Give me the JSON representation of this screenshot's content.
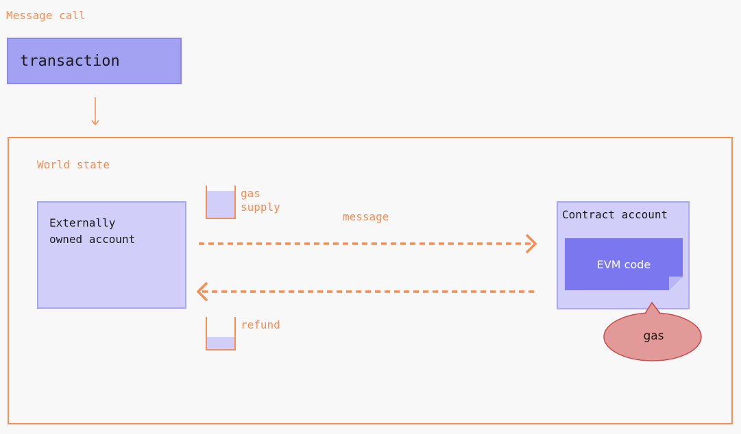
{
  "diagram": {
    "title": "Message call",
    "transaction_label": "transaction",
    "world_state_label": "World state",
    "eoa_label_line1": "Externally",
    "eoa_label_line2": "owned account",
    "gas_supply_line1": "gas",
    "gas_supply_line2": "supply",
    "message_label": "message",
    "refund_label": "refund",
    "contract_label": "Contract account",
    "evm_label": "EVM code",
    "gas_label": "gas"
  },
  "colors": {
    "orange": "#fb8b4e",
    "purple_box": "#a3a1f2",
    "light_purple": "#d1cff9",
    "evm_purple": "#7b78ef",
    "gas_fill": "#e29a98",
    "gas_stroke": "#cf4646",
    "background": "#f8f8f8"
  }
}
